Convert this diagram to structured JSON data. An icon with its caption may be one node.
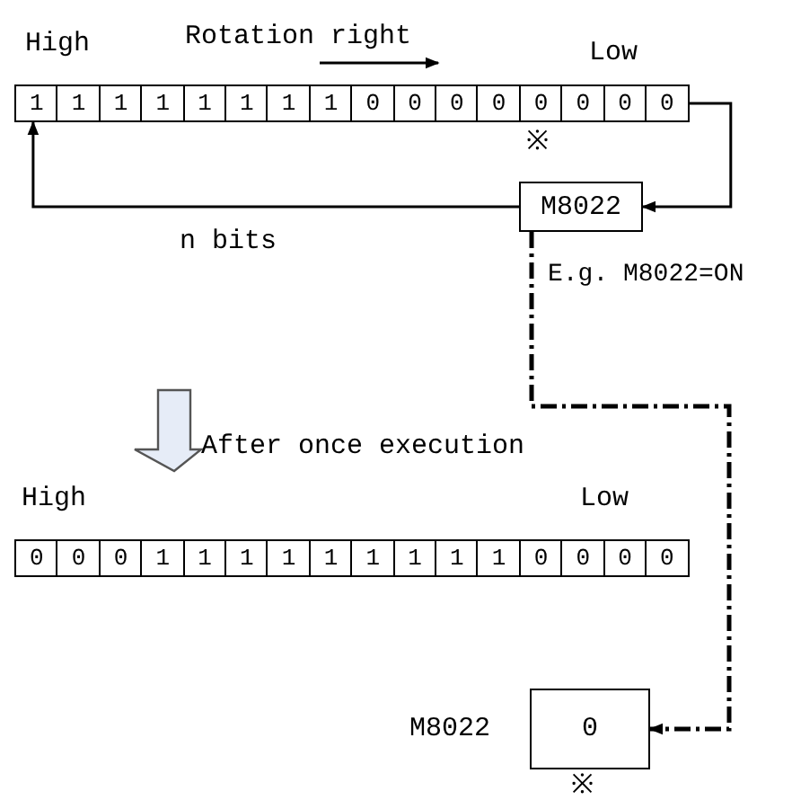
{
  "diagram": {
    "nodes": [
      {
        "text": [
          "1"
        ]
      },
      {
        "text": [
          "1"
        ]
      },
      {
        "text": [
          "1"
        ]
      },
      {
        "text": [
          "1"
        ]
      },
      {
        "text": [
          "1"
        ]
      },
      {
        "text": [
          "1"
        ]
      },
      {
        "text": [
          "1"
        ]
      },
      {
        "text": [
          "1"
        ]
      },
      {
        "text": [
          "0"
        ]
      },
      {
        "text": [
          "0"
        ]
      },
      {
        "text": [
          "0"
        ]
      },
      {
        "text": [
          "0"
        ]
      },
      {
        "text": [
          "0"
        ]
      },
      {
        "text": [
          "0"
        ]
      },
      {
        "text": [
          "0"
        ]
      },
      {
        "text": [
          "0"
        ]
      },
      {
        "text": [
          "M8022"
        ]
      },
      {
        "text": [
          "0"
        ]
      },
      {
        "text": [
          "0"
        ]
      },
      {
        "text": [
          "0"
        ]
      },
      {
        "text": [
          "1"
        ]
      },
      {
        "text": [
          "1"
        ]
      },
      {
        "text": [
          "1"
        ]
      },
      {
        "text": [
          "1"
        ]
      },
      {
        "text": [
          "1"
        ]
      },
      {
        "text": [
          "1"
        ]
      },
      {
        "text": [
          "1"
        ]
      },
      {
        "text": [
          "1"
        ]
      },
      {
        "text": [
          "1"
        ]
      },
      {
        "text": [
          "0"
        ]
      },
      {
        "text": [
          "0"
        ]
      },
      {
        "text": [
          "0"
        ]
      },
      {
        "text": [
          "0"
        ]
      },
      {
        "text": [
          "0"
        ],
        "beside": [
          "M8022",
          "※"
        ]
      }
    ],
    "edges": [
      {
        "from": 15,
        "to": 16,
        "arrow": "to"
      },
      {
        "from": 16,
        "to": 0,
        "arrow": "to",
        "label": "n bits"
      },
      {
        "from": 16,
        "to": 33,
        "arrow": "to",
        "style": "dashed"
      }
    ],
    "labels": [
      "High",
      "Rotation right",
      "Low",
      "※",
      "E.g. M8022=ON",
      "After once execution",
      "High",
      "Low"
    ]
  }
}
